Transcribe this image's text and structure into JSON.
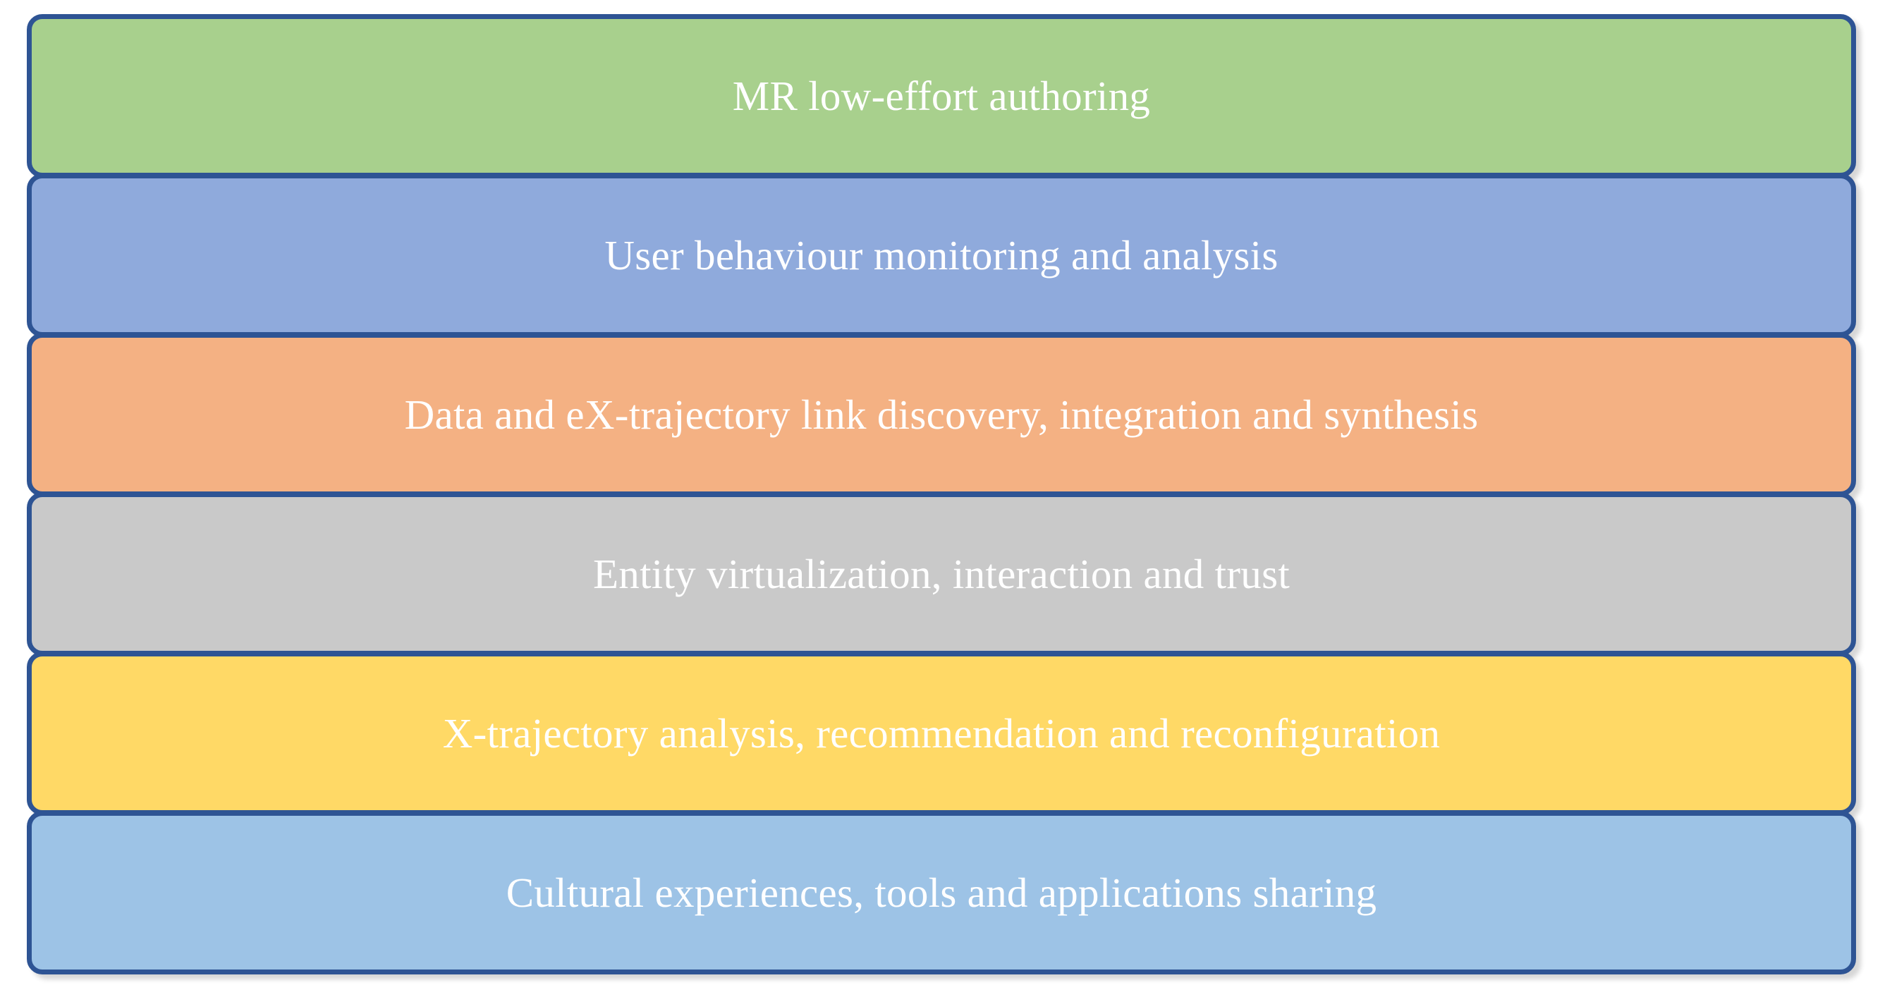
{
  "diagram": {
    "type": "stacked-layer-diagram",
    "background_color": "#FFFFFF",
    "border_color": "#2E5494",
    "text_color": "#FFFFFF",
    "layers": [
      {
        "index": 1,
        "label": "MR low-effort authoring",
        "fill": "#A8D08D",
        "color_name": "green"
      },
      {
        "index": 2,
        "label": "User behaviour monitoring and analysis",
        "fill": "#8FAADC",
        "color_name": "medium-blue"
      },
      {
        "index": 3,
        "label": "Data and eX-trajectory link discovery, integration and synthesis",
        "fill": "#F4B183",
        "color_name": "orange"
      },
      {
        "index": 4,
        "label": "Entity virtualization, interaction and trust",
        "fill": "#C9C9C9",
        "color_name": "grey"
      },
      {
        "index": 5,
        "label": "X-trajectory analysis, recommendation and reconfiguration",
        "fill": "#FFD966",
        "color_name": "yellow"
      },
      {
        "index": 6,
        "label": "Cultural experiences, tools and applications sharing",
        "fill": "#9DC3E6",
        "color_name": "light-blue"
      }
    ]
  }
}
